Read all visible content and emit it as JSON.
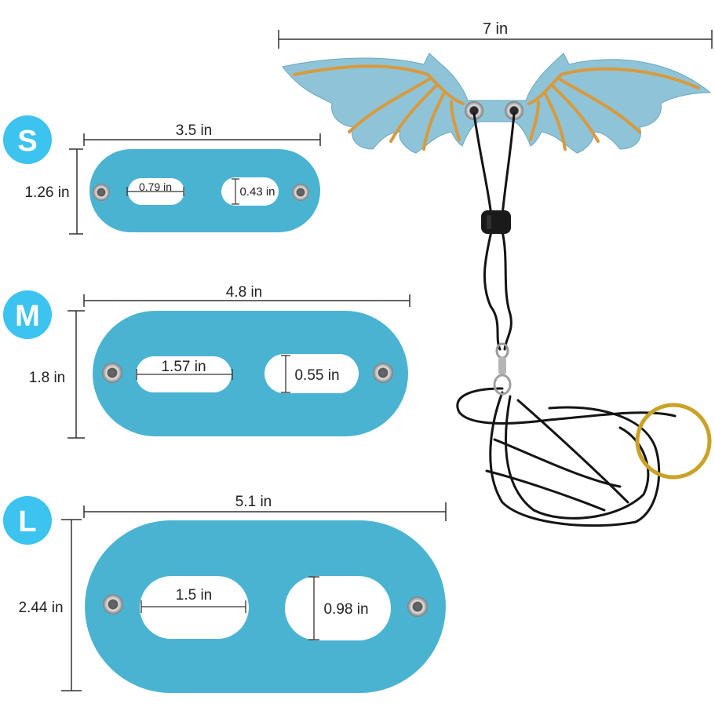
{
  "colors": {
    "strap": "#4bb3d2",
    "badge": "#3cc3ef",
    "wing": "#8fc3d8",
    "gold": "#d89a3c",
    "cord": "#141414",
    "ring": "#c9a227"
  },
  "wing": {
    "width_label": "7 in"
  },
  "sizes": {
    "s": {
      "badge": "S",
      "width_label": "3.5 in",
      "height_label": "1.26 in",
      "hole_width_label": "0.79 in",
      "hole_height_label": "0.43 in"
    },
    "m": {
      "badge": "M",
      "width_label": "4.8 in",
      "height_label": "1.8 in",
      "hole_width_label": "1.57 in",
      "hole_height_label": "0.55 in"
    },
    "l": {
      "badge": "L",
      "width_label": "5.1 in",
      "height_label": "2.44 in",
      "hole_width_label": "1.5 in",
      "hole_height_label": "0.98 in"
    }
  }
}
